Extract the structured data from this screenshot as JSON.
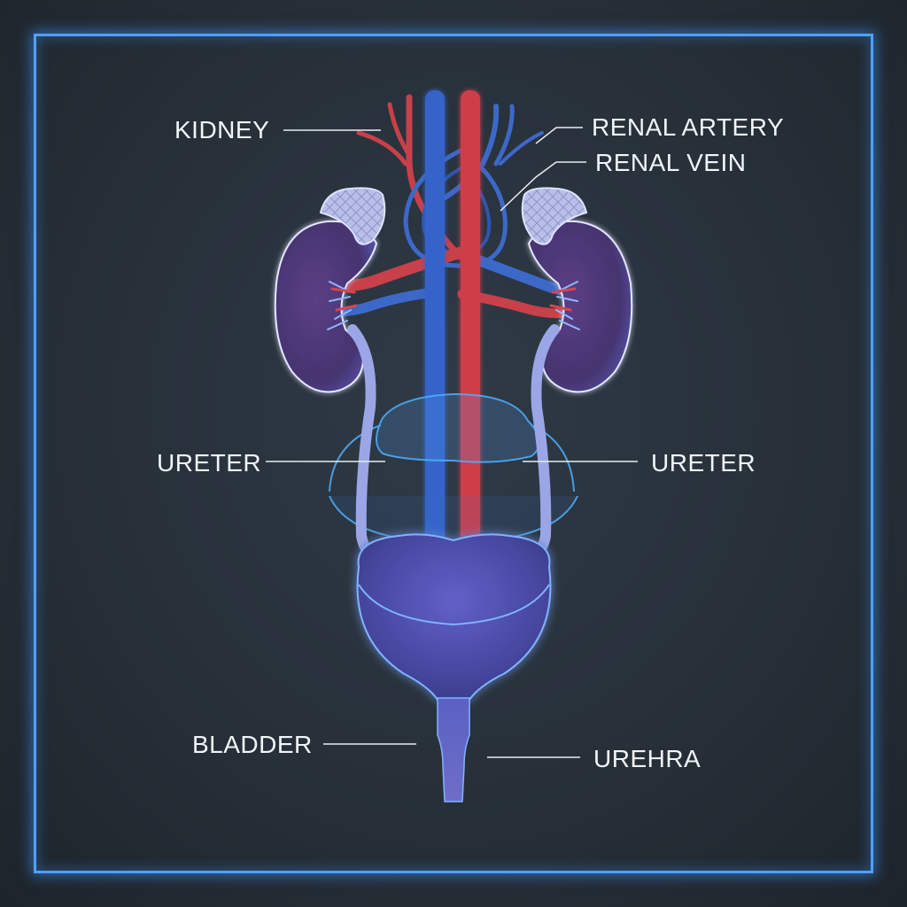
{
  "colors": {
    "frame": "#4fa0ff",
    "artery": "#d8434f",
    "vein": "#3d6fd6",
    "kidney": "#4b3a80",
    "bladder": "#5a5ab8",
    "leader_line": "#e8ecf0"
  },
  "labels": {
    "kidney": "KIDNEY",
    "renal_artery": "RENAL ARTERY",
    "renal_vein": "RENAL VEIN",
    "ureter_left": "URETER",
    "ureter_right": "URETER",
    "bladder": "BLADDER",
    "urethra": "UREHRA"
  }
}
